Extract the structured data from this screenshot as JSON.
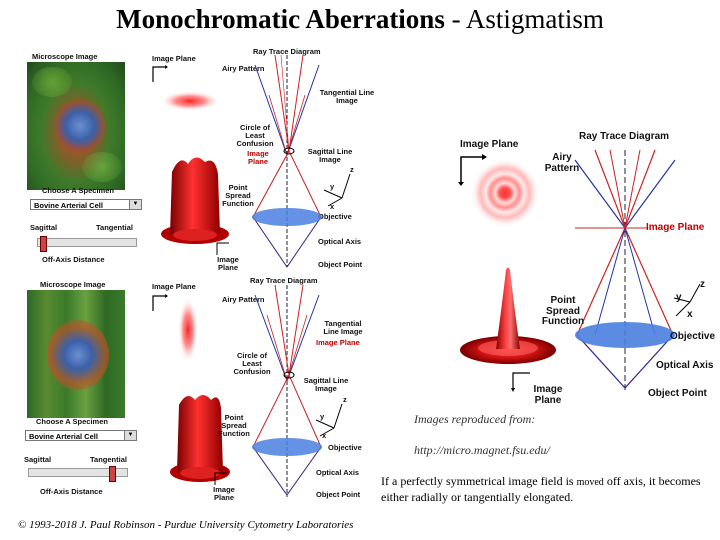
{
  "title": {
    "main": "Monochromatic Aberrations",
    "sep": " - ",
    "sub": "Astigmatism"
  },
  "panels": [
    {
      "microscope_label": "Microscope Image",
      "image_plane_label": "Image Plane",
      "ray_trace_label": "Ray Trace Diagram",
      "airy_label": "Airy Pattern",
      "tangential_line_label": "Tangential Line Image",
      "circle_label": "Circle of Least Confusion",
      "image_plane_red_label": "Image Plane",
      "sagittal_line_label": "Sagittal Line Image",
      "psf_label": "Point Spread Function",
      "objective_label": "Objective",
      "optical_axis_label": "Optical Axis",
      "object_point_label": "Object Point",
      "image_plane_bottom_label": "Image Plane",
      "choose_label": "Choose A Specimen",
      "specimen_value": "Bovine Arterial Cell",
      "sagittal_label": "Sagittal",
      "tangential_label": "Tangential",
      "offaxis_label": "Off-Axis Distance",
      "axis_z": "z",
      "axis_y": "y",
      "axis_x": "x"
    },
    {
      "microscope_label": "Microscope Image",
      "image_plane_label": "Image Plane",
      "ray_trace_label": "Ray Trace Diagram",
      "airy_label": "Airy Pattern",
      "tangential_line_label": "Tangential Line Image",
      "circle_label": "Circle of Least Confusion",
      "image_plane_red_label": "Image Plane",
      "sagittal_line_label": "Sagittal Line Image",
      "psf_label": "Point Spread Function",
      "objective_label": "Objective",
      "optical_axis_label": "Optical Axis",
      "object_point_label": "Object Point",
      "image_plane_bottom_label": "Image Plane",
      "choose_label": "Choose A Specimen",
      "specimen_value": "Bovine Arterial Cell",
      "sagittal_label": "Sagittal",
      "tangential_label": "Tangential",
      "offaxis_label": "Off-Axis Distance",
      "axis_z": "z",
      "axis_y": "y",
      "axis_x": "x"
    }
  ],
  "right": {
    "image_plane_label": "Image Plane",
    "ray_trace_label": "Ray Trace Diagram",
    "airy_label": "Airy Pattern",
    "image_plane_red_label": "Image Plane",
    "psf_label": "Point Spread Function",
    "objective_label": "Objective",
    "optical_axis_label": "Optical Axis",
    "object_point_label": "Object Point",
    "image_plane_bottom_label": "Image Plane",
    "axis_z": "z",
    "axis_y": "y",
    "axis_x": "x"
  },
  "credit": {
    "reproduced": "Images reproduced from:",
    "url": "http://micro.magnet.fsu.edu/"
  },
  "caption": {
    "part1": "If a perfectly symmetrical image field is ",
    "moved": "moved",
    "part2": " off axis, it becomes either radially or tangentially elongated."
  },
  "copyright": "© 1993-2018 J. Paul Robinson - Purdue University Cytometry Laboratories",
  "colors": {
    "red": "#cc0000",
    "blue_lens": "#3f74d8",
    "ray_red": "#cc2222",
    "ray_blue": "#2233aa"
  }
}
